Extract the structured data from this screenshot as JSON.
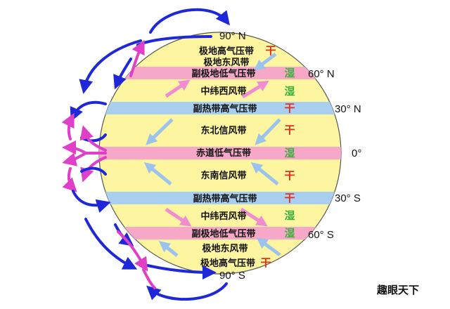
{
  "colors": {
    "globe_fill": "#FDF5A0",
    "low_pressure_band": "#F7A8C8",
    "high_pressure_band": "#A9CFEF",
    "dry_text": "#E0301E",
    "wet_text": "#3DAE3D",
    "polar_arrow": "#1F28D8",
    "tropical_arrow": "#E040C8",
    "trade_wind_arrow": "#9CC3EE",
    "westerly_arrow": "#F28CD2"
  },
  "bands": [
    {
      "label": "极地高气压带",
      "mark": "干",
      "kind": "dry"
    },
    {
      "label": "极地东风带",
      "mark": "",
      "kind": ""
    },
    {
      "label": "副极地低气压带",
      "mark": "湿",
      "kind": "wet"
    },
    {
      "label": "中纬西风带",
      "mark": "湿",
      "kind": "wet"
    },
    {
      "label": "副热带高气压带",
      "mark": "干",
      "kind": "dry"
    },
    {
      "label": "东北信风带",
      "mark": "干",
      "kind": "dry"
    },
    {
      "label": "赤道低气压带",
      "mark": "湿",
      "kind": "wet"
    },
    {
      "label": "东南信风带",
      "mark": "干",
      "kind": "dry"
    },
    {
      "label": "副热带高气压带",
      "mark": "干",
      "kind": "dry"
    },
    {
      "label": "中纬西风带",
      "mark": "湿",
      "kind": "wet"
    },
    {
      "label": "副极地低气压带",
      "mark": "湿",
      "kind": "wet"
    },
    {
      "label": "极地东风带",
      "mark": "",
      "kind": ""
    },
    {
      "label": "极地高气压带",
      "mark": "干",
      "kind": "dry"
    }
  ],
  "latitudes": {
    "north_pole": "90° N",
    "n60": "60° N",
    "n30": "30° N",
    "equator": "0°",
    "s30": "30° S",
    "s60": "60° S",
    "south_pole": "90° S"
  },
  "watermark": "趣眼天下"
}
